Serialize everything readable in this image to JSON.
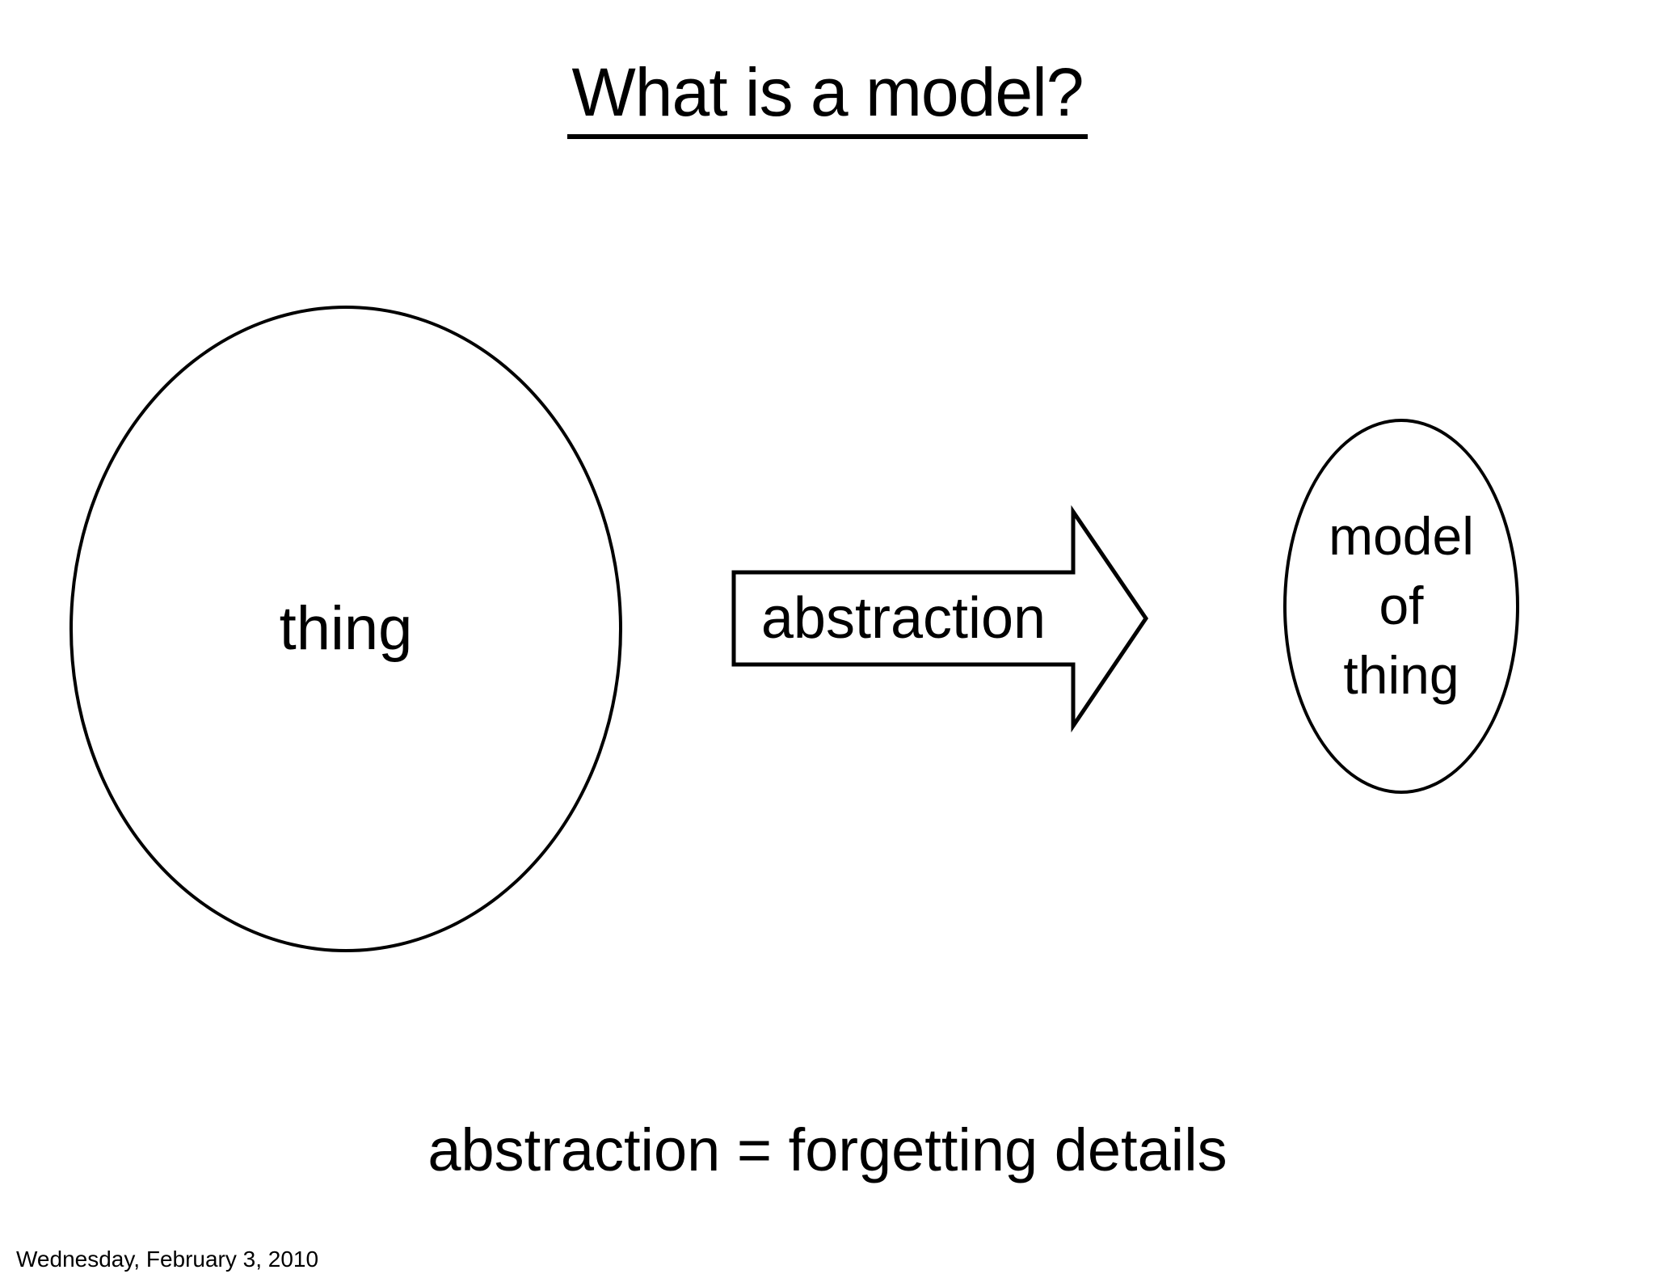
{
  "slide": {
    "title": "What is a model?",
    "caption": "abstraction = forgetting details",
    "footer_date": "Wednesday, February 3, 2010"
  },
  "diagram": {
    "thing_label": "thing",
    "arrow_label": "abstraction",
    "model_label": "model\nof\nthing"
  },
  "colors": {
    "ink": "#000000",
    "background": "#ffffff"
  }
}
